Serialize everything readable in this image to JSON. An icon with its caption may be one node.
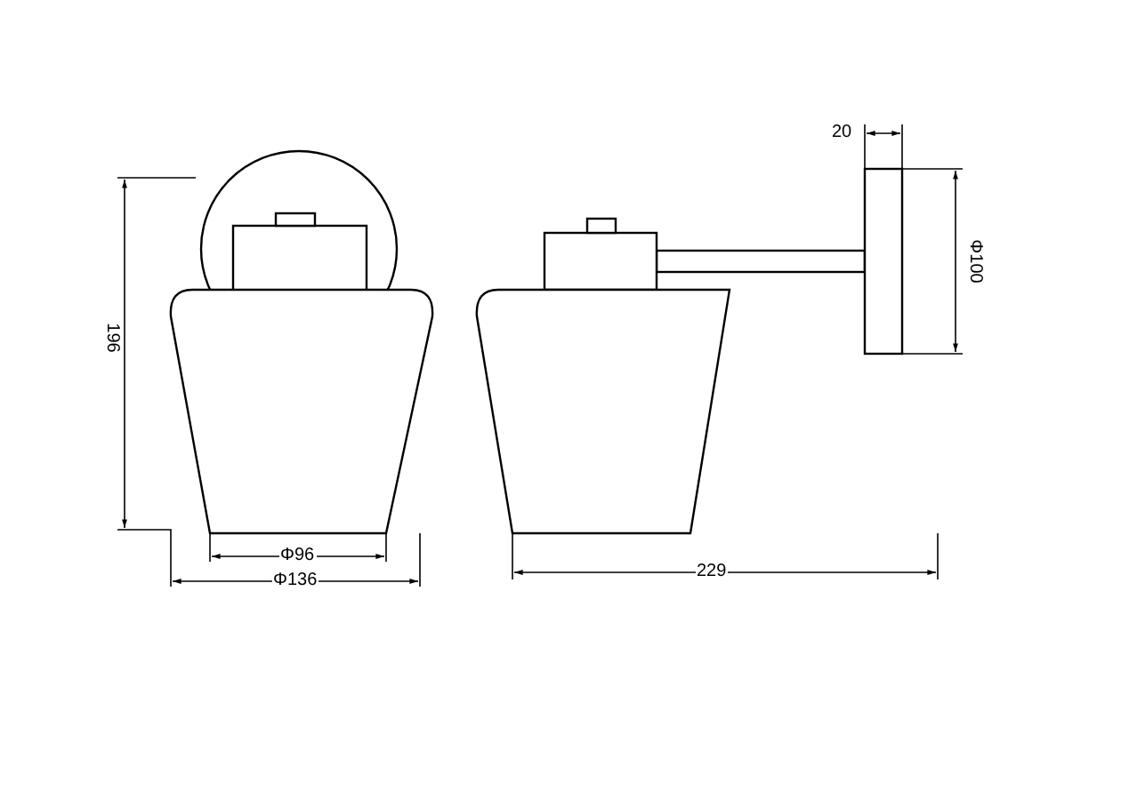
{
  "diagram": {
    "labels": [
      "196",
      "Φ96",
      "Φ136",
      "229",
      "20",
      "Φ100"
    ]
  }
}
